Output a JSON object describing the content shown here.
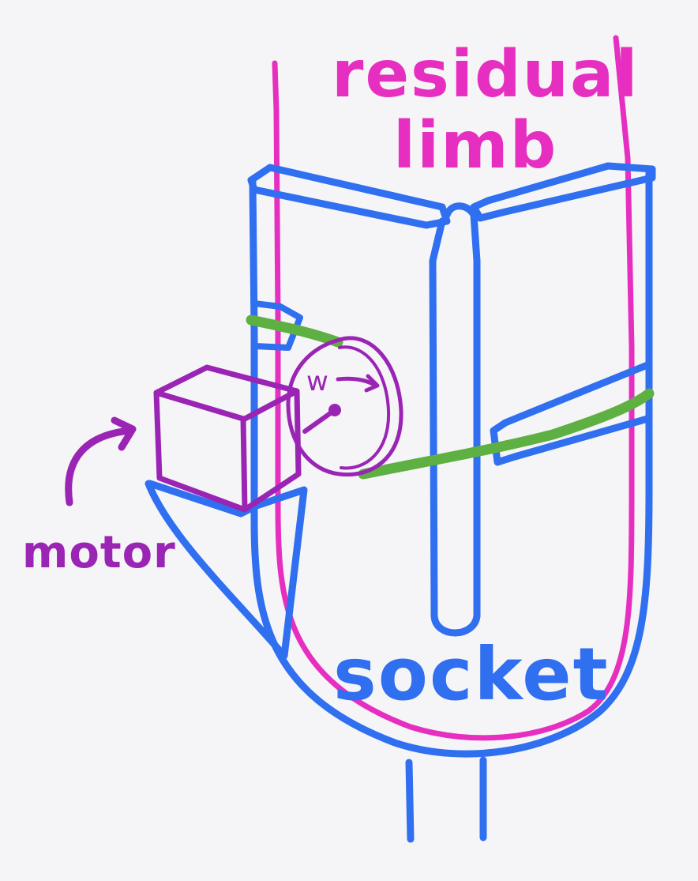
{
  "labels": {
    "residual_line1": "residual",
    "residual_line2": "limb",
    "socket": "socket",
    "motor": "motor",
    "omega": "w"
  },
  "colors": {
    "background": "#f5f5f7",
    "limb": "#e62fc0",
    "socket": "#2f6ff0",
    "motor": "#9a24b4",
    "cable": "#5fb043"
  },
  "icons": {
    "rotation_arrow": "curved-arrow-icon",
    "motor_pointer": "curved-arrow-icon"
  }
}
